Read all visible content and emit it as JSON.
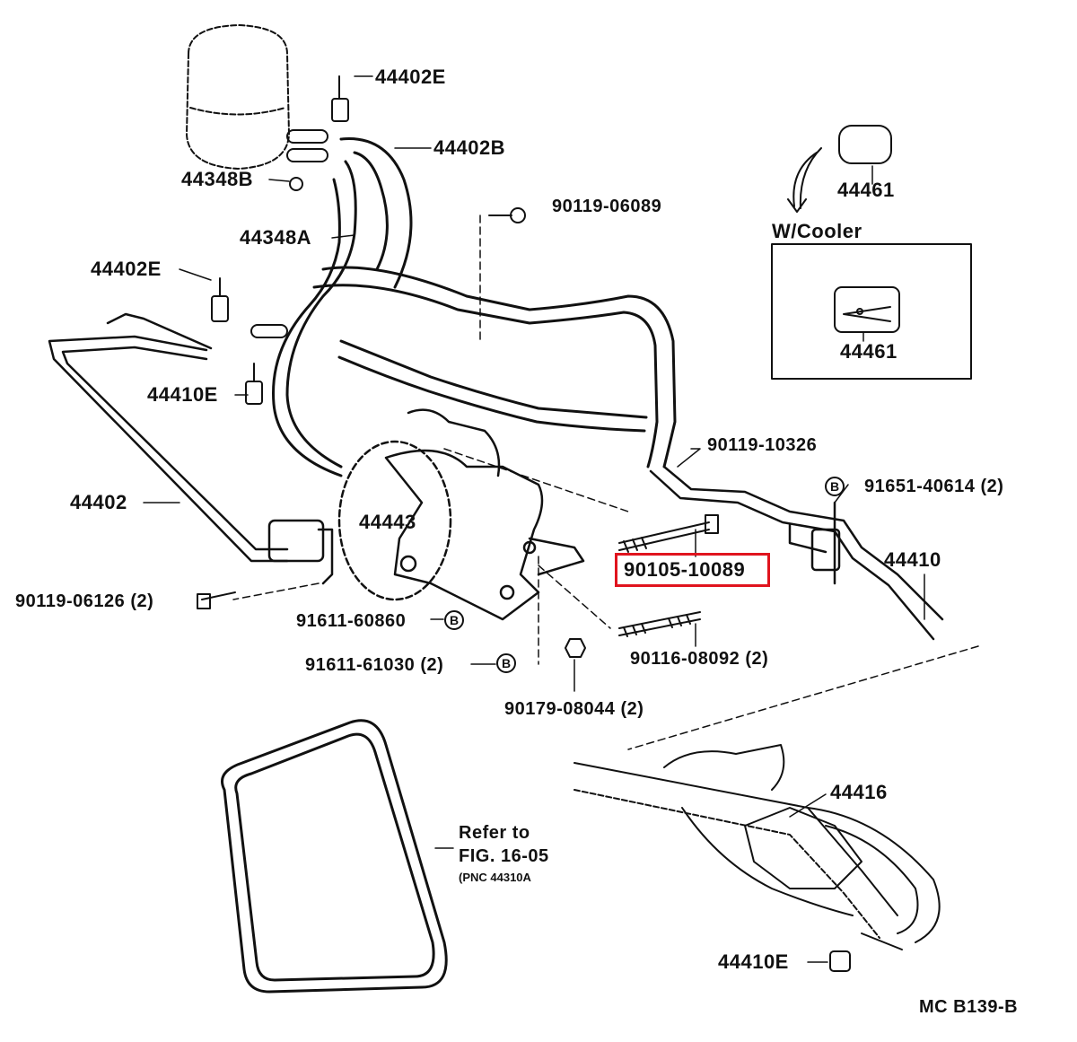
{
  "labels": {
    "p44402E_top": "44402E",
    "p44402B": "44402B",
    "p44348B": "44348B",
    "p44348A": "44348A",
    "p90119_06089": "90119-06089",
    "p44402E_left": "44402E",
    "p44410E_mid": "44410E",
    "p44402": "44402",
    "p44443": "44443",
    "p90119_06126": "90119-06126 (2)",
    "p91611_60860": "91611-60860",
    "p91611_61030": "91611-61030 (2)",
    "p90179_08044": "90179-08044 (2)",
    "p90116_08092": "90116-08092 (2)",
    "p90105_10089": "90105-10089",
    "p90119_10326": "90119-10326",
    "p91651_40614": "91651-40614 (2)",
    "p44410": "44410",
    "p44461_top": "44461",
    "w_cooler": "W/Cooler",
    "p44461_box": "44461",
    "p44416": "44416",
    "p44410E_bottom": "44410E",
    "callout_letter": "B",
    "refer_line1": "Refer to",
    "refer_line2": "FIG. 16-05",
    "refer_line3": "(PNC 44310A",
    "diagram_code": "MC B139-B"
  },
  "highlight_color": "#e0141e"
}
